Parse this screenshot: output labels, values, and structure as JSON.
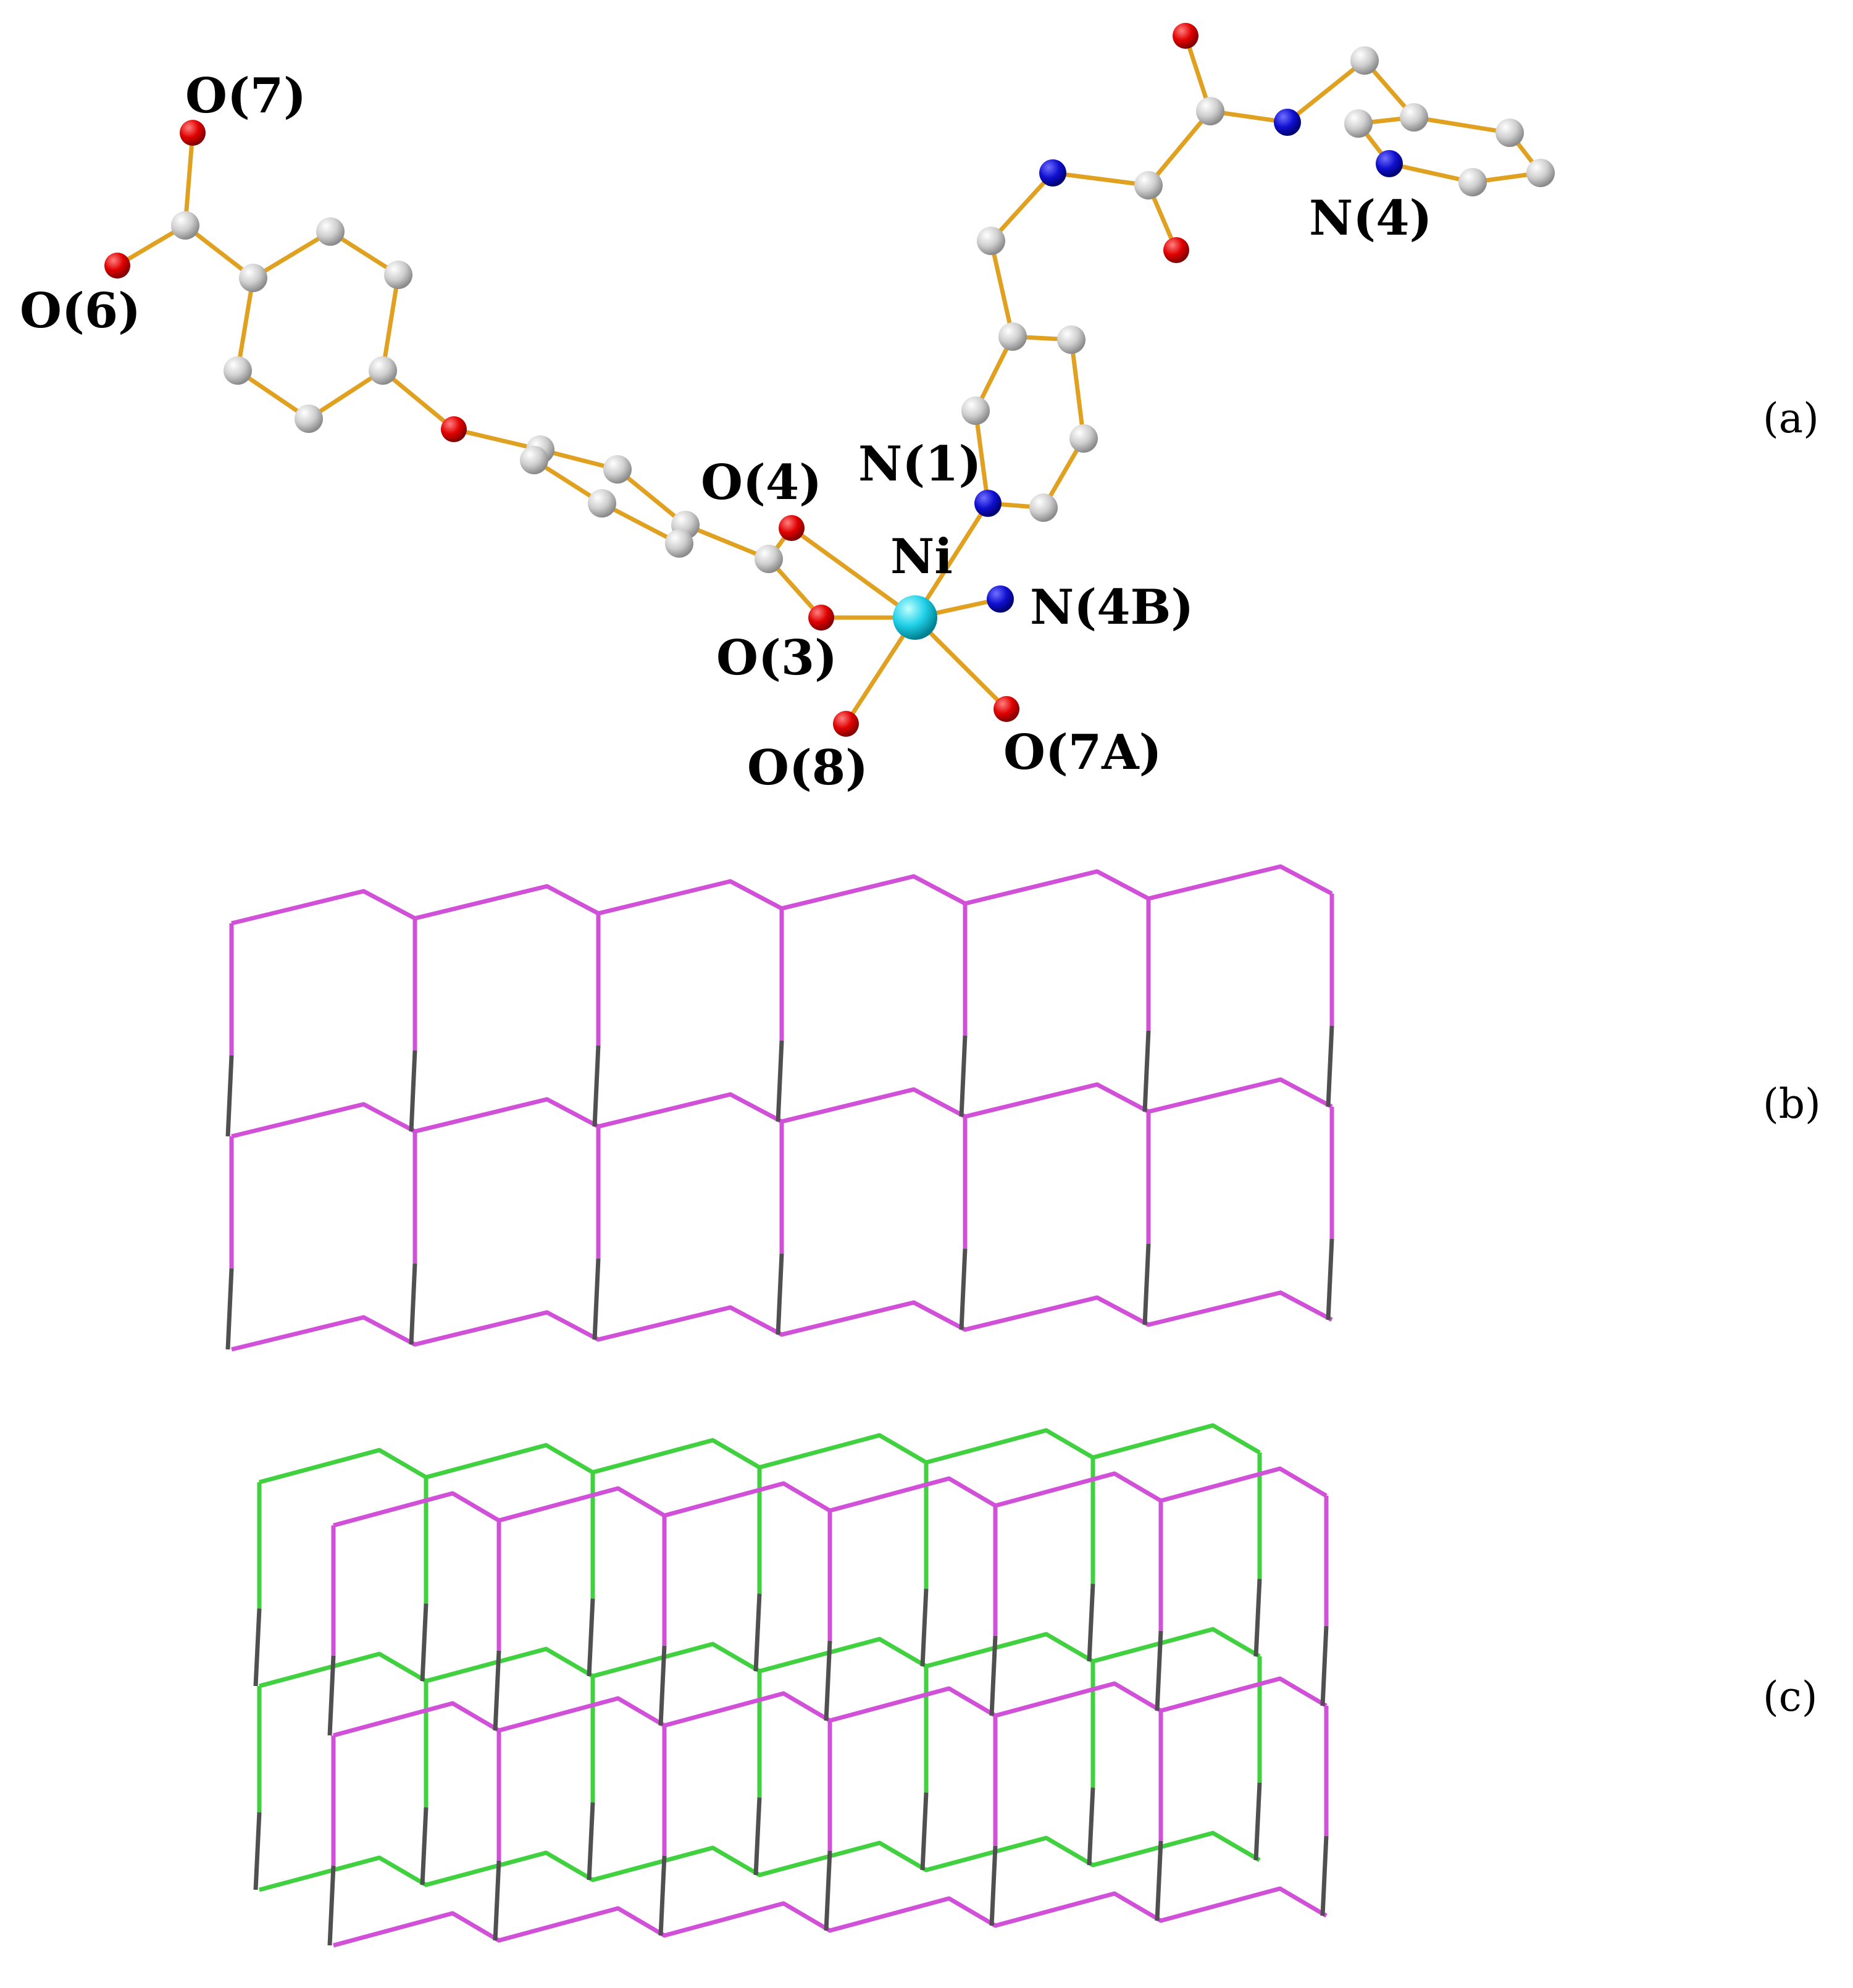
{
  "panels": [
    {
      "id": "a",
      "label": "(a)"
    },
    {
      "id": "b",
      "label": "(b)"
    },
    {
      "id": "c",
      "label": "(c)"
    }
  ],
  "atom_labels": {
    "o7": "O(7)",
    "o6": "O(6)",
    "o4": "O(4)",
    "o3": "O(3)",
    "o8": "O(8)",
    "o7a": "O(7A)",
    "ni": "Ni",
    "n1": "N(1)",
    "n4": "N(4)",
    "n4b": "N(4B)"
  },
  "colors": {
    "carbon": "#c8c8c8",
    "oxygen": "#e00000",
    "nitrogen": "#1010d0",
    "nickel": "#20d0e8",
    "bond": "#e0a020",
    "net_magenta": "#d050d8",
    "net_green": "#40d040",
    "net_dark": "#505050"
  }
}
